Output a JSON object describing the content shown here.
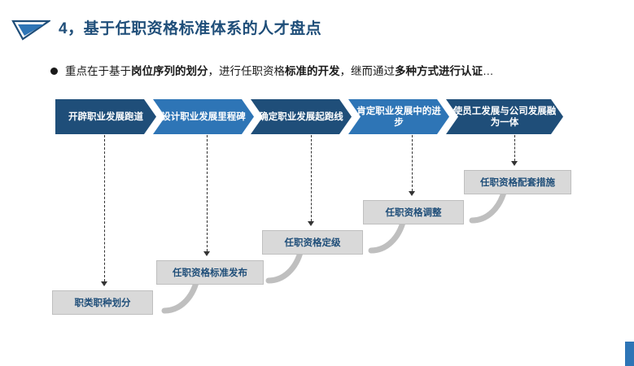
{
  "slide": {
    "title": "4，基于任职资格标准体系的人才盘点",
    "bullet": {
      "prefix": "重点在于基于",
      "bold1": "岗位序列的划分",
      "mid1": "，进行任职资格",
      "bold2": "标准的开发",
      "mid2": "，继而通过",
      "bold3": "多种方式进行认证",
      "suffix": "…"
    },
    "chevrons": [
      {
        "label": "开辟职业发展跑道",
        "color": "#1F4E79"
      },
      {
        "label": "设计职业发展里程碑",
        "color": "#2E75B6"
      },
      {
        "label": "确定职业发展起跑线",
        "color": "#1F4E79"
      },
      {
        "label": "肯定职业发展中的进步",
        "color": "#2E75B6"
      },
      {
        "label": "使员工发展与公司发展融为一体",
        "color": "#1F4E79"
      }
    ],
    "steps": [
      {
        "label": "职类职种划分"
      },
      {
        "label": "任职资格标准发布"
      },
      {
        "label": "任职资格定级"
      },
      {
        "label": "任职资格调整"
      },
      {
        "label": "任职资格配套措施"
      }
    ],
    "colors": {
      "title": "#1F4E79",
      "chevron_dark": "#1F4E79",
      "chevron_light": "#2E75B6",
      "step_fill": "#D9D9D9",
      "arrow_grey": "#BFBFBF",
      "accent": "#2E75B6"
    }
  }
}
